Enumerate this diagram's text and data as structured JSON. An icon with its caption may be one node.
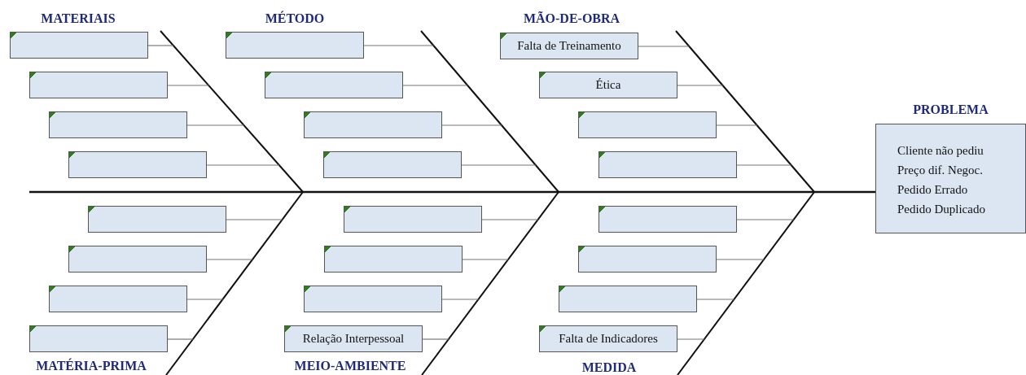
{
  "diagram": {
    "nodes": [
      {
        "text": [],
        "shape": "box"
      },
      {
        "text": [],
        "shape": "box"
      },
      {
        "text": [],
        "shape": "box"
      },
      {
        "text": [],
        "shape": "box"
      },
      {
        "text": [],
        "shape": "box"
      },
      {
        "text": [],
        "shape": "box"
      },
      {
        "text": [],
        "shape": "box"
      },
      {
        "text": [],
        "shape": "box"
      },
      {
        "text": [
          "Falta de Treinamento"
        ]
      },
      {
        "text": [
          "Ética"
        ]
      },
      {
        "text": [],
        "shape": "box"
      },
      {
        "text": [],
        "shape": "box"
      },
      {
        "text": [
          "PROBLEMA",
          "Cliente não pediu",
          "Preço dif. Negoc.",
          "Pedido Errado",
          "Pedido Duplicado"
        ]
      },
      {
        "text": [],
        "shape": "box"
      },
      {
        "text": [],
        "shape": "box"
      },
      {
        "text": [],
        "shape": "box"
      },
      {
        "text": [],
        "shape": "box"
      },
      {
        "text": [],
        "shape": "box"
      },
      {
        "text": [],
        "shape": "box"
      },
      {
        "text": [],
        "shape": "box"
      },
      {
        "text": [
          "Relação Interpessoal"
        ]
      },
      {
        "text": [],
        "shape": "box"
      },
      {
        "text": [],
        "shape": "box"
      },
      {
        "text": [],
        "shape": "box"
      },
      {
        "text": [
          "Falta de Indicadores"
        ]
      }
    ],
    "edges": [
      {
        "from": 0,
        "to": null,
        "arrow": "none"
      },
      {
        "from": 1,
        "to": null,
        "arrow": "none"
      },
      {
        "from": 2,
        "to": null,
        "arrow": "none"
      },
      {
        "from": 3,
        "to": null,
        "arrow": "none"
      },
      {
        "from": 4,
        "to": null,
        "arrow": "none"
      },
      {
        "from": 5,
        "to": null,
        "arrow": "none"
      },
      {
        "from": 6,
        "to": null,
        "arrow": "none"
      },
      {
        "from": 7,
        "to": null,
        "arrow": "none"
      },
      {
        "from": 8,
        "to": null,
        "arrow": "none"
      },
      {
        "from": 9,
        "to": null,
        "arrow": "none"
      },
      {
        "from": 10,
        "to": null,
        "arrow": "none"
      },
      {
        "from": 11,
        "to": null,
        "arrow": "none"
      },
      {
        "from": 13,
        "to": null,
        "arrow": "none"
      },
      {
        "from": 14,
        "to": null,
        "arrow": "none"
      },
      {
        "from": 15,
        "to": null,
        "arrow": "none"
      },
      {
        "from": 16,
        "to": null,
        "arrow": "none"
      },
      {
        "from": 17,
        "to": null,
        "arrow": "none"
      },
      {
        "from": 18,
        "to": null,
        "arrow": "none"
      },
      {
        "from": 19,
        "to": null,
        "arrow": "none"
      },
      {
        "from": 20,
        "to": null,
        "arrow": "none"
      },
      {
        "from": 21,
        "to": null,
        "arrow": "none"
      },
      {
        "from": 22,
        "to": null,
        "arrow": "none"
      },
      {
        "from": 23,
        "to": null,
        "arrow": "none"
      },
      {
        "from": 24,
        "to": null,
        "arrow": "none"
      },
      {
        "from": null,
        "to": 12,
        "arrow": "none",
        "color": "#111111"
      }
    ],
    "labels": [
      "MATERIAIS",
      "MÉTODO",
      "MÃO-DE-OBRA",
      "MATÉRIA-PRIMA",
      "MEIO-AMBIENTE",
      "MEDIDA"
    ]
  }
}
